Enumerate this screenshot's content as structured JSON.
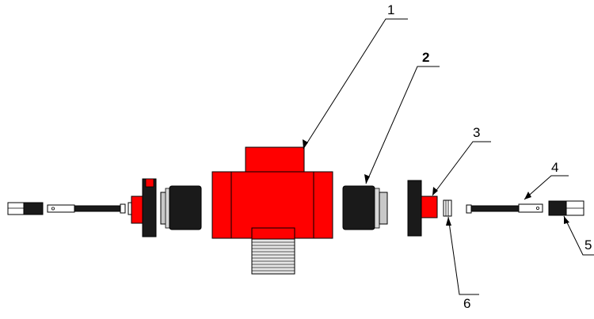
{
  "diagram": {
    "callouts": [
      {
        "id": "1",
        "label": "1"
      },
      {
        "id": "2",
        "label": "2"
      },
      {
        "id": "3",
        "label": "3"
      },
      {
        "id": "4",
        "label": "4"
      },
      {
        "id": "5",
        "label": "5"
      },
      {
        "id": "6",
        "label": "6"
      }
    ],
    "colors": {
      "red": "#ff0000",
      "black": "#1a1a1a",
      "grey": "#c8c8c8",
      "outline": "#000000",
      "background": "#ffffff"
    }
  }
}
